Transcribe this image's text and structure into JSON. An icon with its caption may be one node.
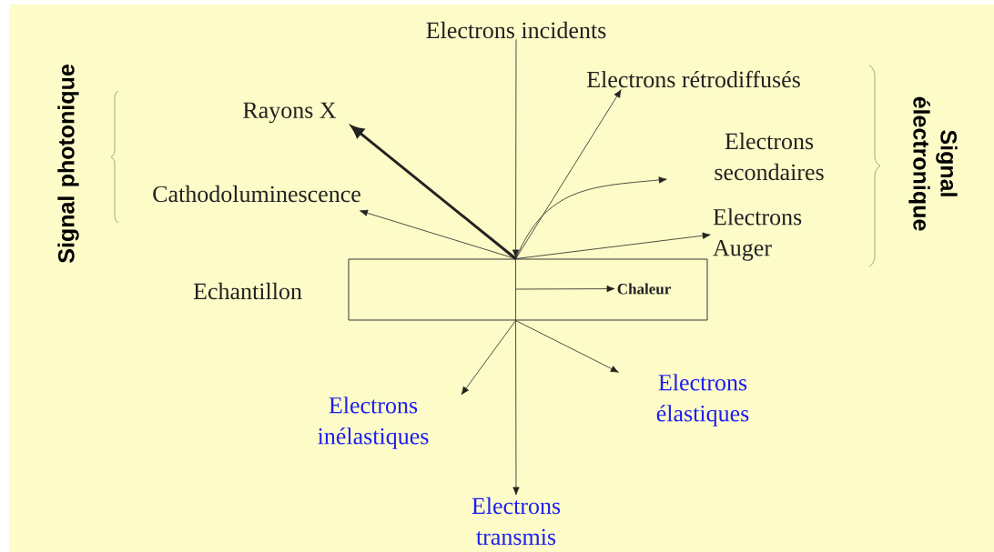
{
  "diagram": {
    "nodes": [
      {
        "text": [
          "Electrons incidents"
        ]
      },
      {
        "text": [
          "Rayons X"
        ]
      },
      {
        "text": [
          "Cathodoluminescence"
        ]
      },
      {
        "text": [
          "Electrons rétrodiffusés"
        ]
      },
      {
        "text": [
          "Electrons secondaires"
        ]
      },
      {
        "text": [
          "Electrons Auger"
        ]
      },
      {
        "text": [],
        "shape": "box",
        "beside": [
          "Echantillon"
        ]
      },
      {
        "text": [
          "Chaleur"
        ],
        "in": 6
      },
      {
        "text": [
          "Electrons inélastiques"
        ]
      },
      {
        "text": [
          "Electrons élastiques"
        ]
      },
      {
        "text": [
          "Electrons transmis"
        ]
      }
    ],
    "edges": [
      {
        "from": 0,
        "to": 6,
        "arrow": "to"
      },
      {
        "from": 6,
        "to": 1,
        "arrow": "to",
        "style": "thick"
      },
      {
        "from": 6,
        "to": 2,
        "arrow": "to"
      },
      {
        "from": 6,
        "to": 3,
        "arrow": "to"
      },
      {
        "from": 6,
        "to": 4,
        "arrow": "to"
      },
      {
        "from": 6,
        "to": 5,
        "arrow": "to"
      },
      {
        "from": null,
        "to": 7,
        "arrow": "to"
      },
      {
        "from": 6,
        "to": 8,
        "arrow": "to"
      },
      {
        "from": 6,
        "to": 9,
        "arrow": "to"
      },
      {
        "from": 6,
        "to": 10,
        "arrow": "to"
      }
    ],
    "labels": [
      "Signal photonique",
      "Signal électronique"
    ]
  }
}
